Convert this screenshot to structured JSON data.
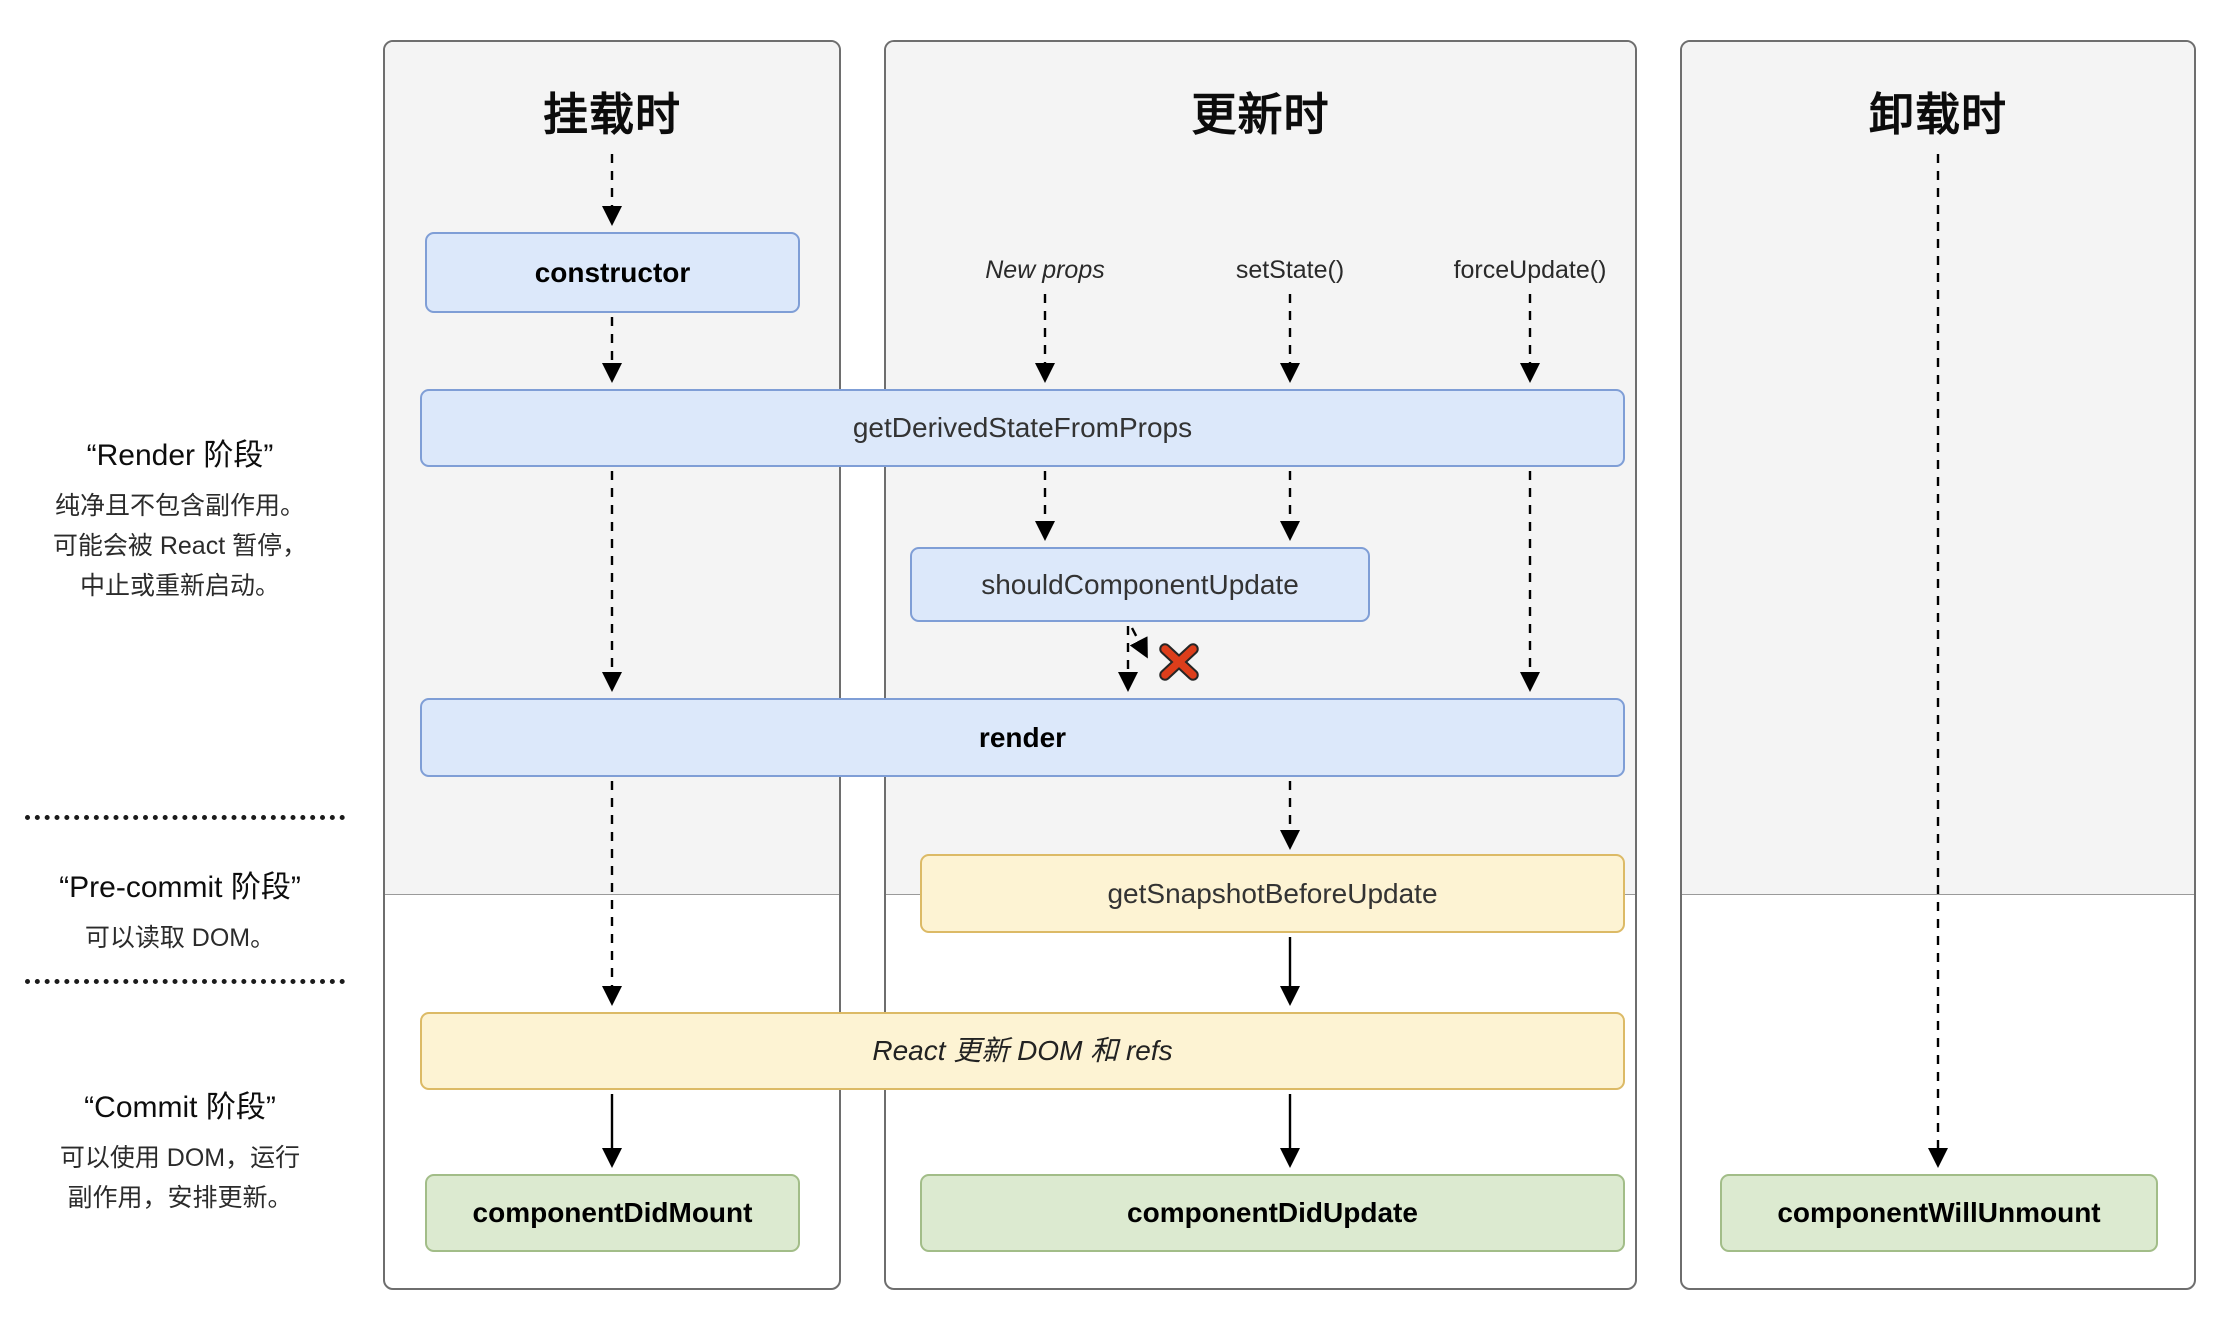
{
  "columns": [
    {
      "id": "mounting",
      "title": "挂载时"
    },
    {
      "id": "updating",
      "title": "更新时"
    },
    {
      "id": "unmounting",
      "title": "卸载时"
    }
  ],
  "triggers": [
    {
      "label": "New props"
    },
    {
      "label": "setState()"
    },
    {
      "label": "forceUpdate()"
    }
  ],
  "lifecycle": {
    "constructor": "constructor",
    "getDerivedStateFromProps": "getDerivedStateFromProps",
    "shouldComponentUpdate": "shouldComponentUpdate",
    "render": "render",
    "getSnapshotBeforeUpdate": "getSnapshotBeforeUpdate",
    "reactUpdates": "React 更新 DOM 和 refs",
    "componentDidMount": "componentDidMount",
    "componentDidUpdate": "componentDidUpdate",
    "componentWillUnmount": "componentWillUnmount"
  },
  "phases": {
    "render": {
      "title": "“Render 阶段”",
      "lines": [
        "纯净且不包含副作用。",
        "可能会被 React 暂停，",
        "中止或重新启动。"
      ]
    },
    "pre_commit": {
      "title": "“Pre-commit 阶段”",
      "lines": [
        "可以读取 DOM。"
      ]
    },
    "commit": {
      "title": "“Commit 阶段”",
      "lines": [
        "可以使用 DOM，运行",
        "副作用，安排更新。"
      ]
    }
  },
  "colors": {
    "box_blue_fill": "#dce8fa",
    "box_blue_border": "#7f9ed6",
    "box_yellow_fill": "#fdf3d3",
    "box_yellow_border": "#dcba66",
    "box_green_fill": "#dcead0",
    "box_green_border": "#a2bd88",
    "panel_gray": "#f4f4f4",
    "cancel_x_red": "#dd3e1b"
  }
}
